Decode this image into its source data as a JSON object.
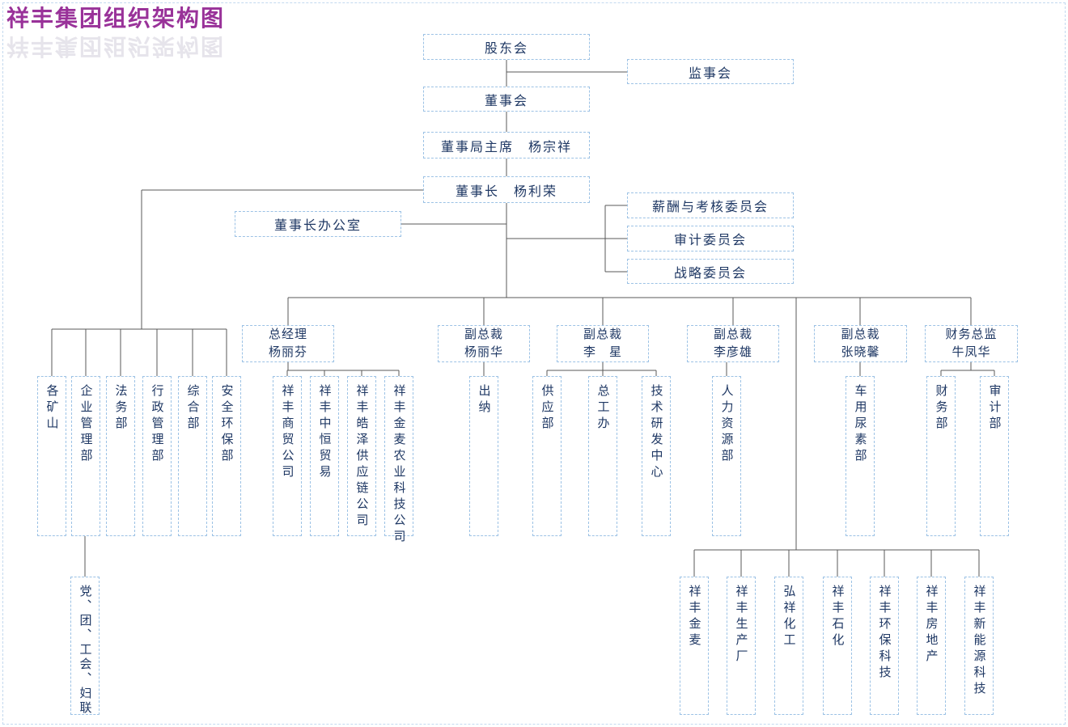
{
  "title": "祥丰集团组织架构图",
  "colors": {
    "title": "#993299",
    "box_border": "#9cc2e5",
    "box_text": "#1f3864",
    "connector": "#595959"
  },
  "nodes": {
    "shareholders": "股东会",
    "supervisory_board": "监事会",
    "board_of_directors": "董事会",
    "board_chairman": "董事局主席　杨宗祥",
    "chairman": "董事长　杨利荣",
    "chairman_office": "董事长办公室",
    "compensation_committee": "薪酬与考核委员会",
    "audit_committee": "审计委员会",
    "strategy_committee": "战略委员会",
    "general_manager": "总经理\n杨丽芬",
    "vp_yang_lihua": "副总裁\n杨丽华",
    "vp_li_xing": "副总裁\n李　星",
    "vp_li_yanxiong": "副总裁\n李彦雄",
    "vp_zhang_xiaoxin": "副总裁\n张晓馨",
    "cfo_niu_fenghua": "财务总监\n牛凤华",
    "dept_mines": "各矿山",
    "dept_enterprise_management": "企业管理部",
    "dept_legal": "法务部",
    "dept_admin_management": "行政管理部",
    "dept_general_affairs": "综合部",
    "dept_safety_environment": "安全环保部",
    "co_shangmao": "祥丰商贸公司",
    "co_zhongheng": "祥丰中恒贸易",
    "co_haoze_supply_chain": "祥丰皓泽供应链公司",
    "co_jinmai_agritech": "祥丰金麦农业科技公司",
    "dept_cashier": "出纳",
    "dept_supply": "供应部",
    "dept_chief_engineer_office": "总工办",
    "dept_rd_center": "技术研发中心",
    "dept_hr": "人力资源部",
    "dept_vehicle_urea": "车用尿素部",
    "dept_finance": "财务部",
    "dept_audit": "审计部",
    "dept_party_union": "党、团、工会、妇联",
    "sub_jinmai": "祥丰金麦",
    "sub_production_plant": "祥丰生产厂",
    "sub_hongxiang_chemical": "弘祥化工",
    "sub_petrochemical": "祥丰石化",
    "sub_environmental_tech": "祥丰环保科技",
    "sub_real_estate": "祥丰房地产",
    "sub_new_energy": "祥丰新能源科技"
  }
}
